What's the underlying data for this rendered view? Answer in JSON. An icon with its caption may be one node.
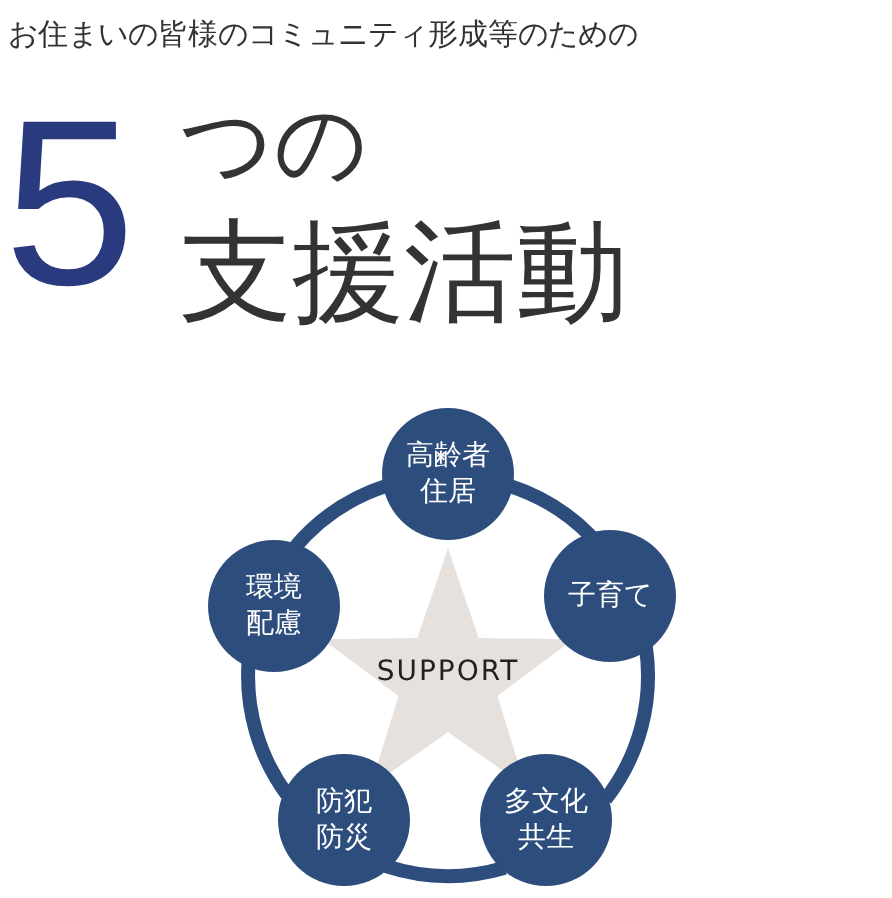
{
  "diagram": {
    "nodes": [
      {
        "text": [
          "SUPPORT"
        ]
      },
      {
        "text": [
          "高齢者住居"
        ]
      },
      {
        "text": [
          "子育て"
        ]
      },
      {
        "text": [
          "多文化共生"
        ]
      },
      {
        "text": [
          "防犯防災"
        ]
      },
      {
        "text": [
          "環境配慮"
        ]
      }
    ],
    "edges": [
      {
        "from": 1,
        "to": 2,
        "arrow": "none"
      },
      {
        "from": 2,
        "to": 3,
        "arrow": "none"
      },
      {
        "from": 3,
        "to": 4,
        "arrow": "none"
      },
      {
        "from": 4,
        "to": 5,
        "arrow": "none"
      },
      {
        "from": 5,
        "to": 1,
        "arrow": "none"
      }
    ],
    "labels": [
      "お住まいの皆様のコミュニティ形成等のための",
      "5",
      "つの",
      "支援活動"
    ]
  }
}
